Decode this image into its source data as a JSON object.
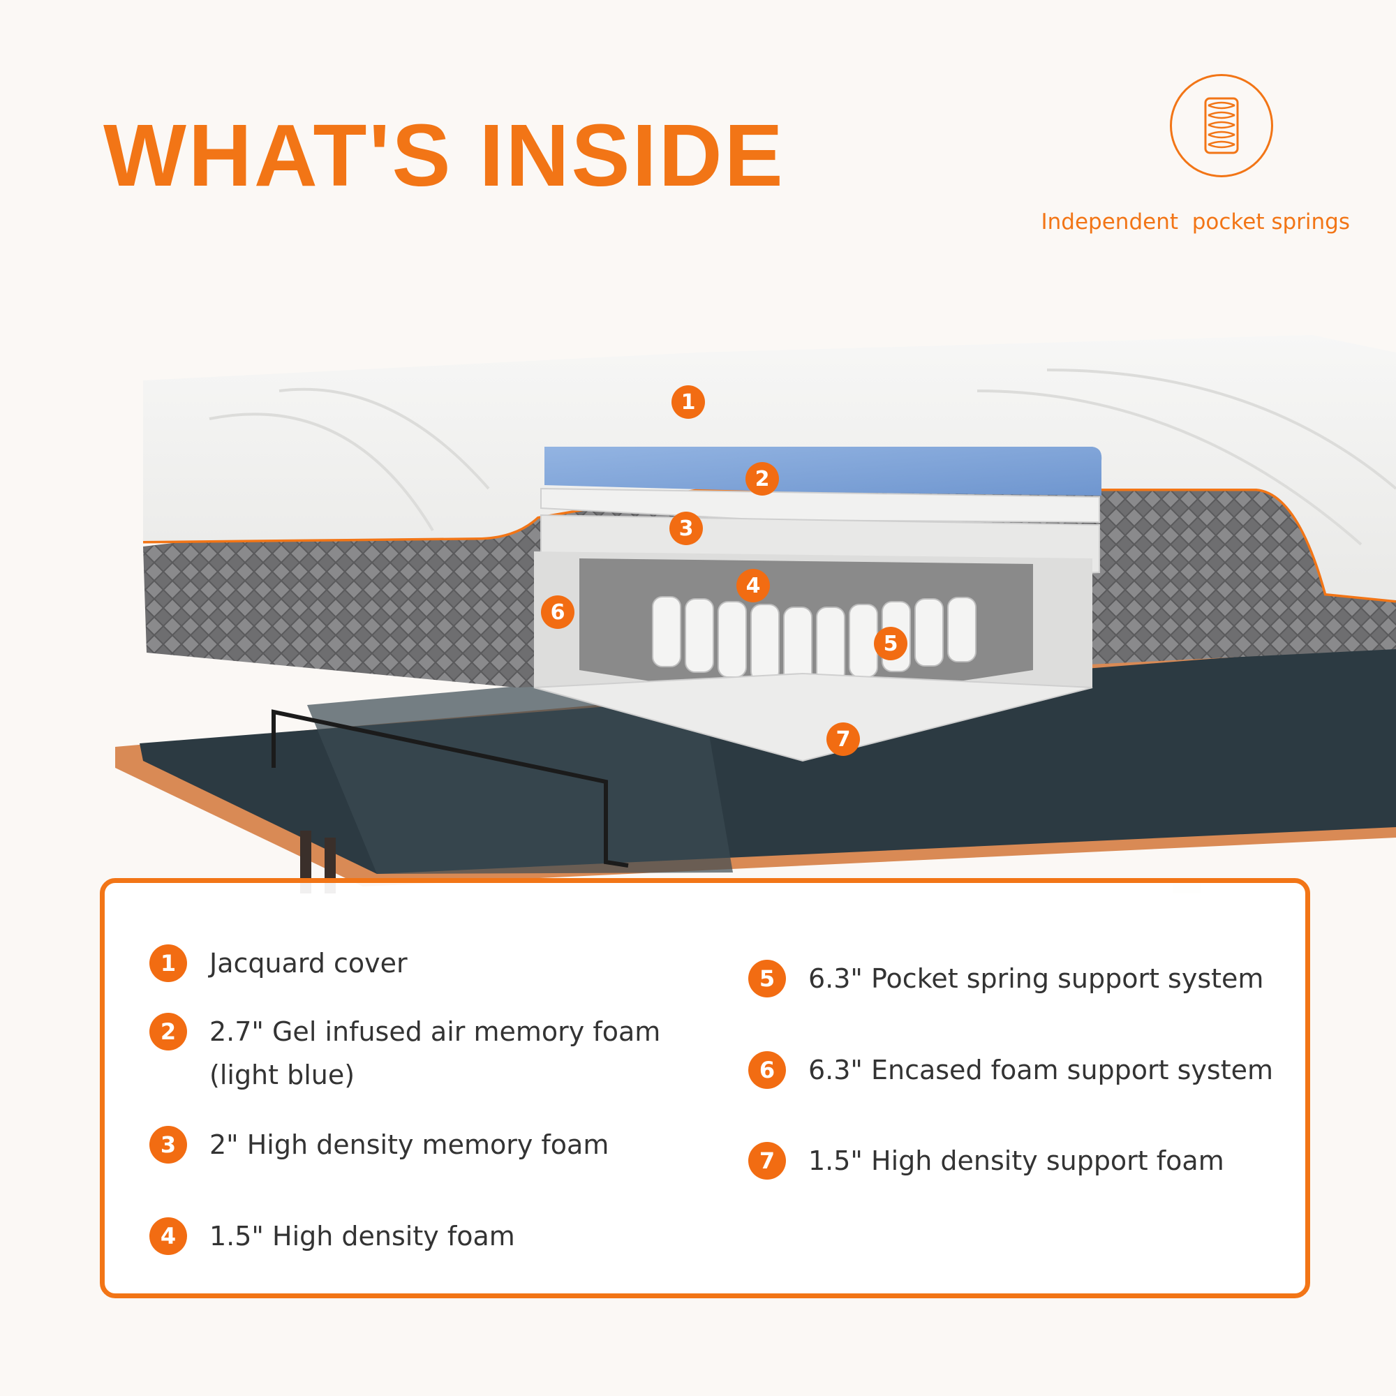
{
  "header": {
    "title": "WHAT'S INSIDE"
  },
  "badge": {
    "icon": "pocket-spring-icon",
    "label": "Independent  pocket springs"
  },
  "colors": {
    "accent": "#f27516",
    "gel_layer": "#7ea4d8",
    "frame": "#d98a55",
    "base_fabric": "#6e6e70"
  },
  "callouts": [
    "1",
    "2",
    "3",
    "4",
    "5",
    "6",
    "7"
  ],
  "legend": {
    "left": [
      {
        "num": "1",
        "text": "Jacquard cover"
      },
      {
        "num": "2",
        "text": "2.7\" Gel infused air memory foam",
        "text2": "(light blue)"
      },
      {
        "num": "3",
        "text": "2\" High density memory foam"
      },
      {
        "num": "4",
        "text": "1.5\" High density foam"
      }
    ],
    "right": [
      {
        "num": "5",
        "text": "6.3\" Pocket spring support system"
      },
      {
        "num": "6",
        "text": "6.3\" Encased foam support system"
      },
      {
        "num": "7",
        "text": "1.5\" High density support foam"
      }
    ]
  }
}
